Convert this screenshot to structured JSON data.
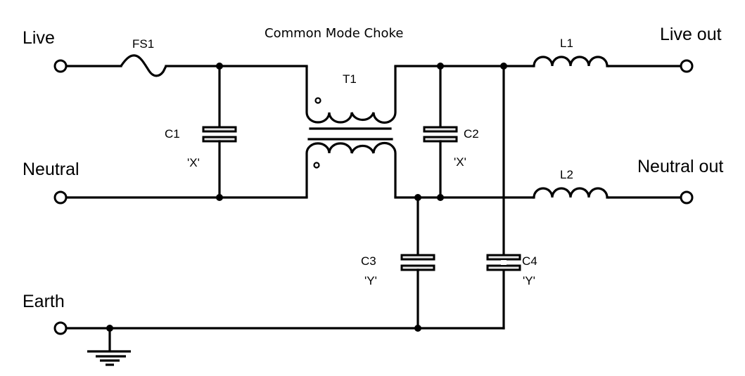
{
  "diagram": {
    "title": "Common Mode Choke",
    "type": "EMI mains filter schematic",
    "colors": {
      "line": "#000000",
      "background": "#ffffff",
      "plate_fill": "#e6e6e6"
    }
  },
  "terminals": {
    "live_in": "Live",
    "neutral_in": "Neutral",
    "earth": "Earth",
    "live_out": "Live out",
    "neutral_out": "Neutral out"
  },
  "components": {
    "fuse": {
      "ref": "FS1"
    },
    "transformer": {
      "ref": "T1"
    },
    "c1": {
      "ref": "C1",
      "class": "'X'"
    },
    "c2": {
      "ref": "C2",
      "class": "'X'"
    },
    "c3": {
      "ref": "C3",
      "class": "'Y'"
    },
    "c4": {
      "ref": "C4",
      "class": "'Y'"
    },
    "l1": {
      "ref": "L1"
    },
    "l2": {
      "ref": "L2"
    }
  },
  "connections": [
    {
      "from": "Live",
      "to": "FS1"
    },
    {
      "from": "FS1",
      "to": "C1 / T1 winding 1"
    },
    {
      "from": "Neutral",
      "to": "C1 / T1 winding 2"
    },
    {
      "from": "T1 winding 1",
      "to": "C2 / C4 / L1"
    },
    {
      "from": "T1 winding 2",
      "to": "C3 / C2 / L2"
    },
    {
      "from": "L1",
      "to": "Live out"
    },
    {
      "from": "L2",
      "to": "Neutral out"
    },
    {
      "from": "C3",
      "to": "Earth"
    },
    {
      "from": "C4",
      "to": "Earth"
    },
    {
      "from": "Earth",
      "to": "Ground"
    }
  ]
}
